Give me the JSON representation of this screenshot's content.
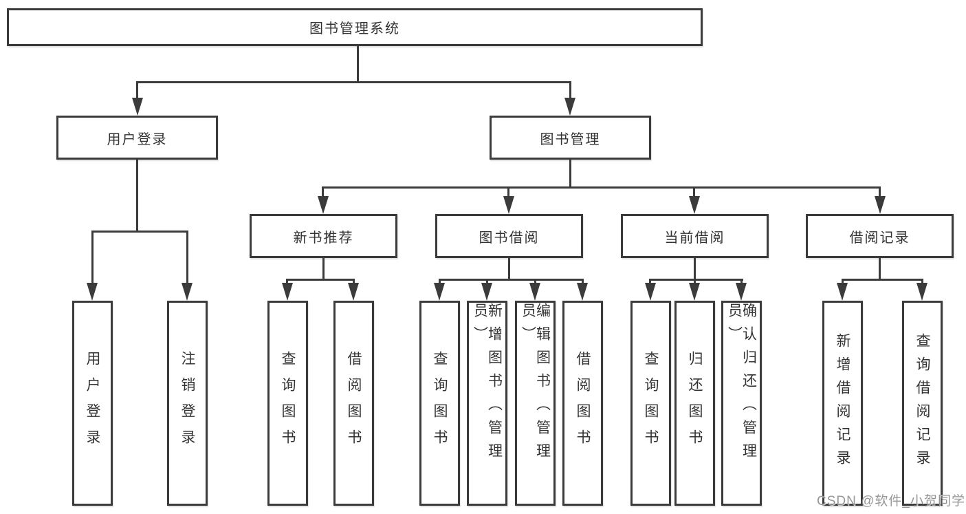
{
  "diagram": {
    "title": "图书管理系统",
    "root": {
      "label": "图书管理系统"
    },
    "level2": [
      {
        "label": "用户登录"
      },
      {
        "label": "图书管理"
      }
    ],
    "level3": [
      {
        "label": "新书推荐",
        "parent": "图书管理"
      },
      {
        "label": "图书借阅",
        "parent": "图书管理"
      },
      {
        "label": "当前借阅",
        "parent": "图书管理"
      },
      {
        "label": "借阅记录",
        "parent": "图书管理"
      }
    ],
    "leaves": [
      {
        "label": "用户登录",
        "parent": "用户登录"
      },
      {
        "label": "注销登录",
        "parent": "用户登录"
      },
      {
        "label": "查询图书",
        "parent": "新书推荐"
      },
      {
        "label": "借阅图书",
        "parent": "新书推荐"
      },
      {
        "label": "查询图书",
        "parent": "图书借阅"
      },
      {
        "label": "新增图书（管理员）",
        "parent": "图书借阅"
      },
      {
        "label": "编辑图书（管理员）",
        "parent": "图书借阅"
      },
      {
        "label": "借阅图书",
        "parent": "图书借阅"
      },
      {
        "label": "查询图书",
        "parent": "当前借阅"
      },
      {
        "label": "归还图书",
        "parent": "当前借阅"
      },
      {
        "label": "确认归还（管理员）",
        "parent": "当前借阅"
      },
      {
        "label": "新增借阅记录",
        "parent": "借阅记录"
      },
      {
        "label": "查询借阅记录",
        "parent": "借阅记录"
      }
    ]
  },
  "watermark": {
    "text": "CSDN @软件_小贺同学"
  },
  "colors": {
    "line": "#3b3b3b",
    "text": "#333333",
    "background": "#ffffff",
    "watermark": "#969696"
  }
}
